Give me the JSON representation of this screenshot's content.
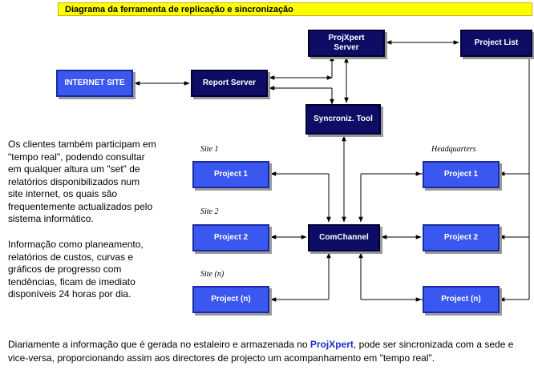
{
  "title": "Diagrama da ferramenta de replicação e sincronização",
  "nodes": {
    "projxpert_server": [
      "ProjXpert",
      "Server"
    ],
    "project_list": "Project List",
    "internet_site": "INTERNET SITE",
    "report_server": "Report Server",
    "sync_tool": "Syncroniz. Tool",
    "comchannel": "ComChannel",
    "site_project_1": "Project 1",
    "site_project_2": "Project 2",
    "site_project_n": "Project (n)",
    "hq_project_1": "Project 1",
    "hq_project_2": "Project 2",
    "hq_project_n": "Project (n)"
  },
  "labels": {
    "site1": "Site 1",
    "site2": "Site 2",
    "siten": "Site (n)",
    "headquarters": "Headquarters"
  },
  "paragraph1": [
    "Os clientes também participam em",
    "\"tempo real\", podendo consultar",
    "em qualquer altura um \"set\" de",
    "relatórios disponibilizados num",
    "site internet, os quais são",
    "frequentemente actualizados pelo",
    "sistema informático."
  ],
  "paragraph2": [
    "Informação como planeamento,",
    "relatórios de custos, curvas e",
    "gráficos de progresso com",
    "tendências, ficam de imediato",
    "disponíveis 24 horas por dia."
  ],
  "bottom": {
    "before": "Diariamente a informação que é gerada no estaleiro e armazenada no ",
    "brand": "ProjXpert",
    "after": ", pode ser sincronizada com a sede e vice-versa, proporcionando assim aos directores de projecto um acompanhamento em \"tempo real\"."
  },
  "colors": {
    "dark_box": "#0d0d66",
    "blue_box": "#3a57f0",
    "title_bg": "#ffff00"
  }
}
